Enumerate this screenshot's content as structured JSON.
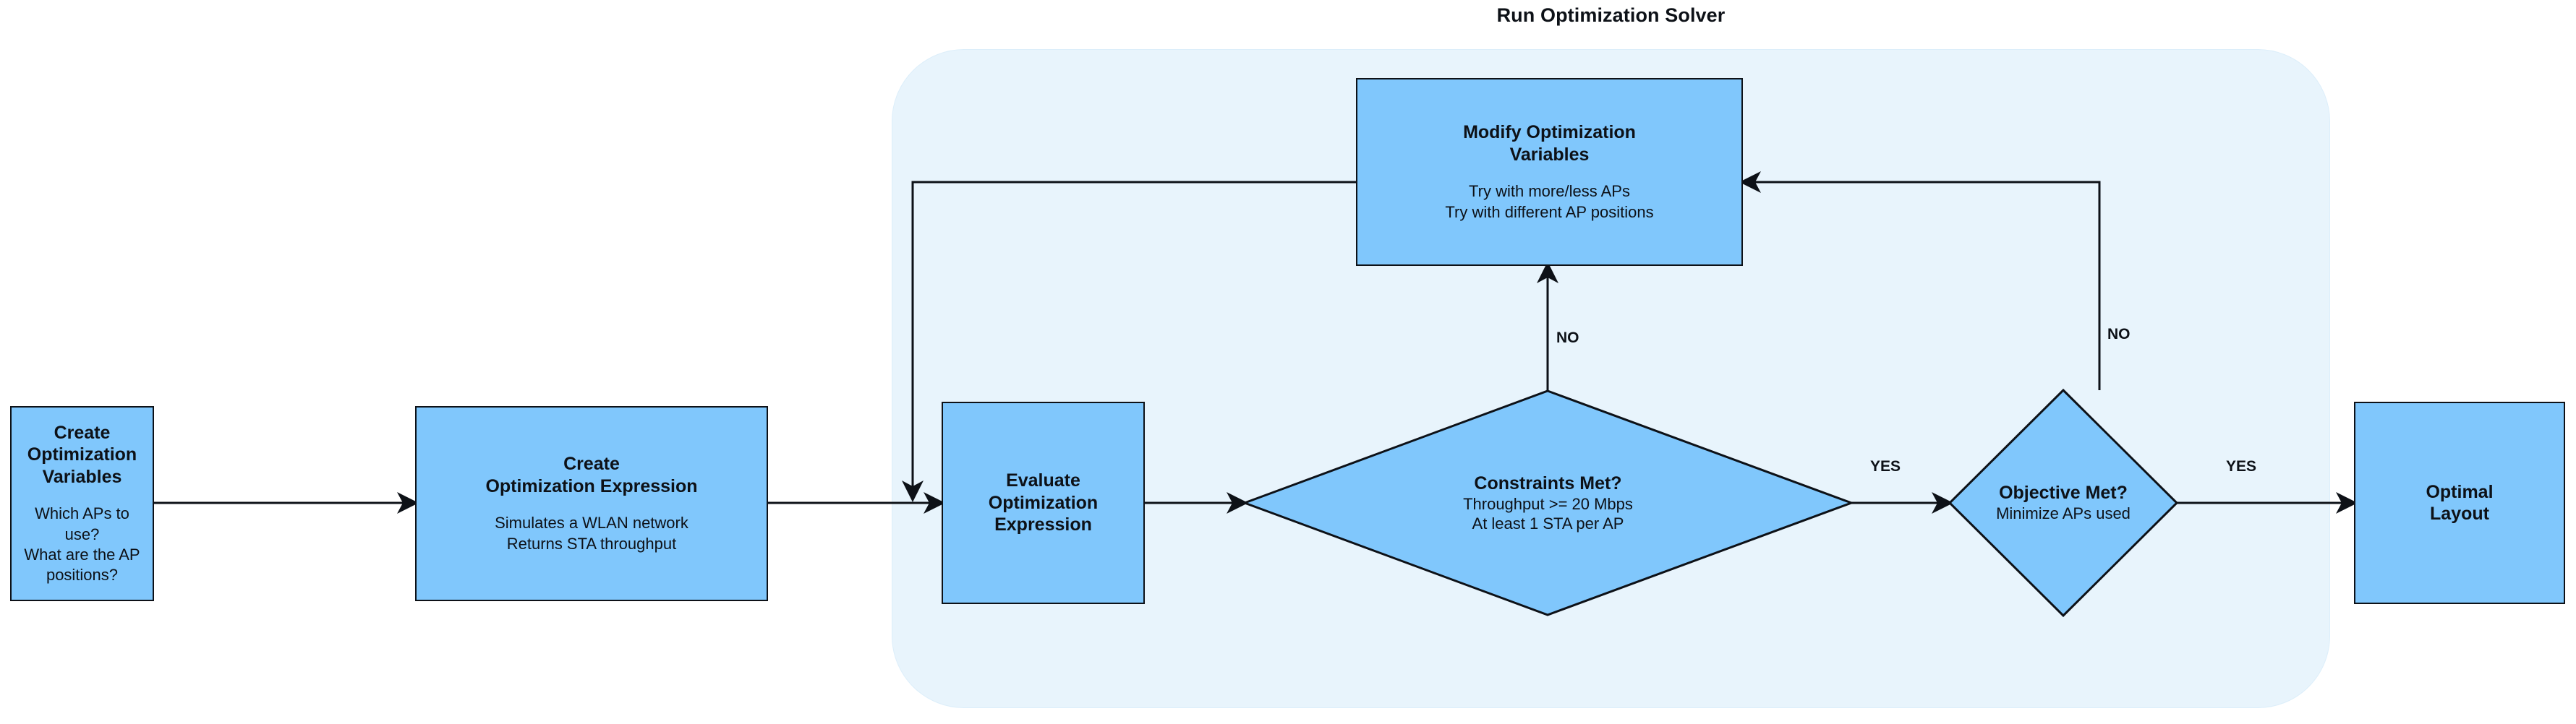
{
  "diagram": {
    "type": "flowchart",
    "title": "Run Optimization Solver",
    "colors": {
      "node_fill": "#80c7fc",
      "node_stroke": "#0d1117",
      "panel_fill": "#e8f4fc",
      "background": "#ffffff",
      "text": "#0d1117"
    }
  },
  "solver_panel": {
    "title": "Run Optimization Solver"
  },
  "nodes": {
    "create_variables": {
      "title": "Create Optimization\nVariables",
      "sub": "Which APs to use?\nWhat are the AP positions?"
    },
    "create_expression": {
      "title": "Create\nOptimization Expression",
      "sub": "Simulates a WLAN network\nReturns STA throughput"
    },
    "modify_variables": {
      "title": "Modify Optimization\nVariables",
      "sub": "Try with more/less APs\nTry with different AP positions"
    },
    "evaluate_expression": {
      "title": "Evaluate\nOptimization\nExpression",
      "sub": ""
    },
    "constraints_met": {
      "title": "Constraints Met?",
      "sub": "Throughput >= 20 Mbps\nAt least 1 STA per AP"
    },
    "objective_met": {
      "title": "Objective Met?",
      "sub": "Minimize APs used"
    },
    "optimal_layout": {
      "title": "Optimal\nLayout",
      "sub": ""
    }
  },
  "edge_labels": {
    "constraints_no": "NO",
    "constraints_yes": "YES",
    "objective_no": "NO",
    "objective_yes": "YES"
  }
}
